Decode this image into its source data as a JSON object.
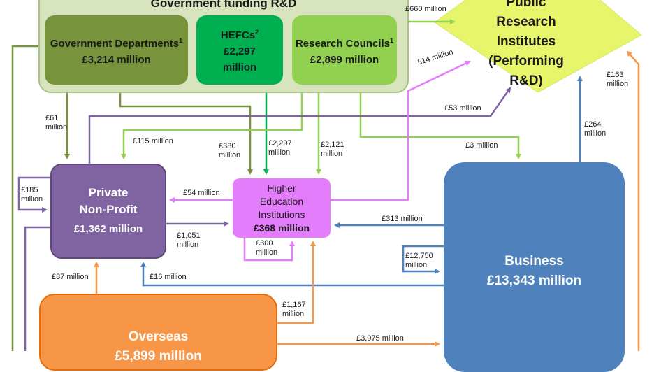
{
  "government_funding": {
    "title": "Government funding R&D",
    "departments": {
      "name": "Government Departments",
      "note": "1",
      "amount": "£3,214 million"
    },
    "hefcs": {
      "name": "HEFCs",
      "note": "2",
      "amount_line1": "£2,297",
      "amount_line2": "million"
    },
    "research_councils": {
      "name": "Research Councils",
      "note": "1",
      "amount": "£2,899 million"
    }
  },
  "public_research_institutes": {
    "line1": "Public",
    "line2": "Research",
    "line3": "Institutes",
    "line4": "(Performing",
    "line5": "R&D)"
  },
  "private_non_profit": {
    "line1": "Private",
    "line2": "Non-Profit",
    "amount": "£1,362 million"
  },
  "higher_education": {
    "line1": "Higher",
    "line2": "Education",
    "line3": "Institutions",
    "amount": "£368 million"
  },
  "business": {
    "name": "Business",
    "amount": "£13,343 million"
  },
  "overseas": {
    "name": "Overseas",
    "amount": "£5,899 million"
  },
  "flows": {
    "f660": "£660 million",
    "f61": [
      "£61",
      "million"
    ],
    "f14": "£14 million",
    "f163": [
      "£163",
      "million"
    ],
    "f53": "£53 million",
    "f264": [
      "£264",
      "million"
    ],
    "f115": "£115 million",
    "f380": [
      "£380",
      "million"
    ],
    "f2297": [
      "£2,297",
      "million"
    ],
    "f2121": [
      "£2,121",
      "million"
    ],
    "f3": "£3 million",
    "f185": [
      "£185",
      "million"
    ],
    "f54": "£54 million",
    "f1051": [
      "£1,051",
      "million"
    ],
    "f313": "£313 million",
    "f300": [
      "£300",
      "million"
    ],
    "f12750": [
      "£12,750",
      "million"
    ],
    "f87": "£87 million",
    "f16": "£16 million",
    "f1167": [
      "£1,167",
      "million"
    ],
    "f3975": "£3,975 million"
  },
  "colors": {
    "gov_group": "#d7e4bd",
    "gov_departments": "#77933c",
    "hefcs": "#00b050",
    "research_councils": "#92d050",
    "public_research_institutes": "#e6f56a",
    "private_non_profit": "#8064a2",
    "higher_education": "#e47dfb",
    "business": "#4f81bd",
    "overseas": "#f79646"
  }
}
